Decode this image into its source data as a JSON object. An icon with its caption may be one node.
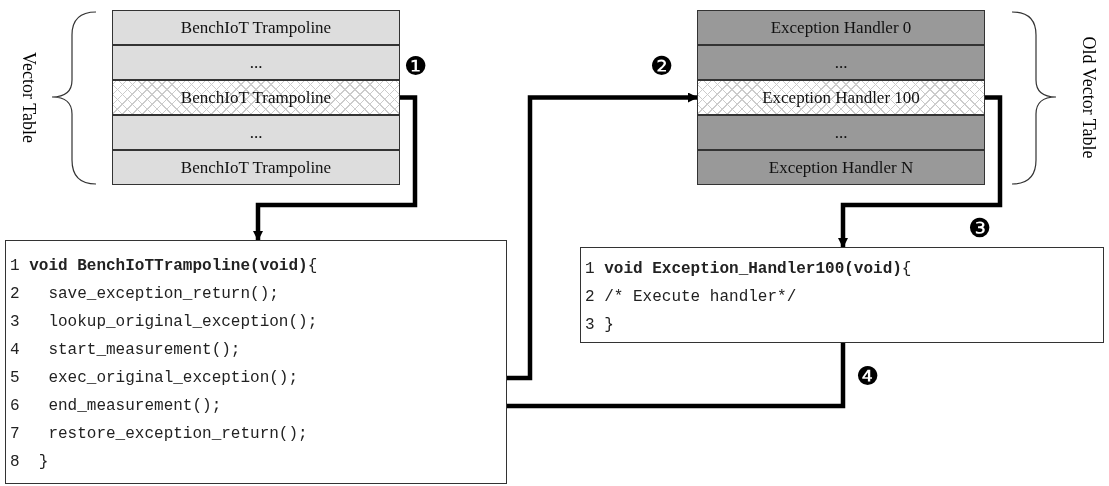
{
  "diagram": {
    "nodes": [
      {
        "text": [
          "BenchIoT Trampoline"
        ]
      },
      {
        "text": [
          "..."
        ]
      },
      {
        "text": [
          "BenchIoT Trampoline"
        ]
      },
      {
        "text": [
          "..."
        ]
      },
      {
        "text": [
          "BenchIoT Trampoline"
        ]
      },
      {
        "text": [
          "Exception Handler 0"
        ]
      },
      {
        "text": [
          "..."
        ]
      },
      {
        "text": [
          "Exception Handler 100"
        ]
      },
      {
        "text": [
          "..."
        ]
      },
      {
        "text": [
          "Exception Handler N"
        ]
      },
      {
        "text": [],
        "shape": "box"
      },
      {
        "text": [
          "1 **void BenchIoTTrampoline(void)**{"
        ],
        "in": 10
      },
      {
        "text": [
          "2   save_exception_return();"
        ],
        "in": 10
      },
      {
        "text": [
          "3   lookup_original_exception();"
        ],
        "in": 10
      },
      {
        "text": [
          "4   start_measurement();"
        ],
        "in": 10
      },
      {
        "text": [
          "5   exec_original_exception();"
        ],
        "in": 10
      },
      {
        "text": [
          "6   end_measurement();"
        ],
        "in": 10
      },
      {
        "text": [
          "7   restore_exception_return();"
        ],
        "in": 10
      },
      {
        "text": [
          "8  }"
        ],
        "in": 10
      },
      {
        "text": [],
        "shape": "box"
      },
      {
        "text": [
          "1 **void Exception_Handler100(void)**{"
        ],
        "in": 19
      },
      {
        "text": [
          "2 /* Execute handler*/"
        ],
        "in": 19
      },
      {
        "text": [
          "3 }"
        ],
        "in": 19
      }
    ],
    "edges": [
      {
        "from": 2,
        "to": 10,
        "arrow": "to",
        "label": "❶"
      },
      {
        "from": 15,
        "to": 7,
        "arrow": "to",
        "label": "❷"
      },
      {
        "from": 7,
        "to": 19,
        "arrow": "to",
        "label": "❸"
      },
      {
        "from": 19,
        "to": 16,
        "arrow": "to",
        "label": "❹"
      }
    ],
    "labels": [
      "Vector Table",
      "Old Vector Table"
    ]
  }
}
